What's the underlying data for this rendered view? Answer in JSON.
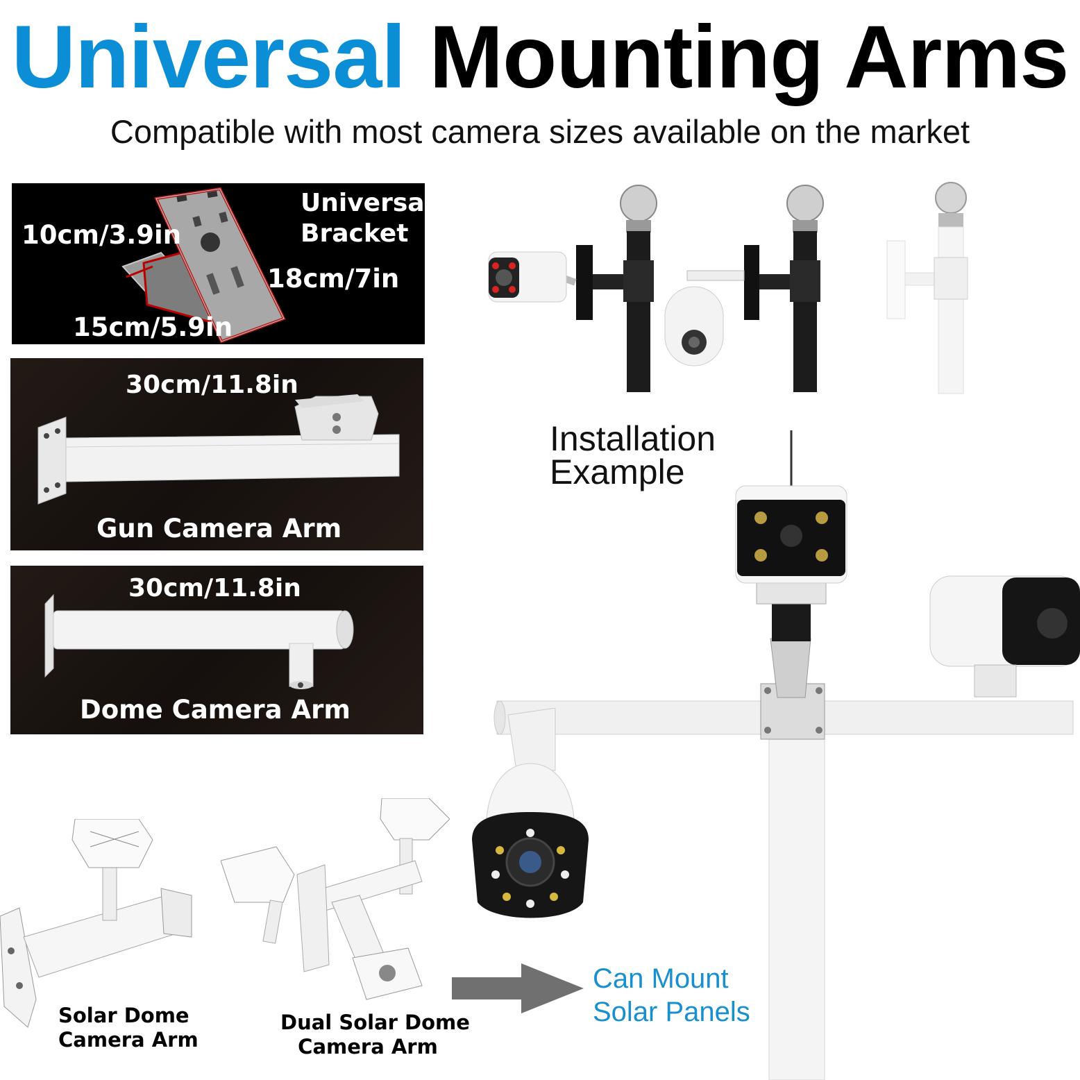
{
  "header": {
    "title_word1": "Universal",
    "title_word2": "Mounting Arms",
    "subtitle": "Compatible with most camera sizes available on the market",
    "accent_color": "#0b8ed6"
  },
  "universal_bracket": {
    "name_line1": "Universal",
    "name_line2": "Bracket",
    "dim_width": "10cm/3.9in",
    "dim_height": "18cm/7in",
    "dim_depth": "15cm/5.9in"
  },
  "gun_arm": {
    "dimension": "30cm/11.8in",
    "label": "Gun Camera Arm"
  },
  "dome_arm": {
    "dimension": "30cm/11.8in",
    "label": "Dome Camera Arm"
  },
  "installation": {
    "line1": "Installation",
    "line2": "Example"
  },
  "solar_dome_arm": {
    "line1": "Solar Dome",
    "line2": "Camera Arm"
  },
  "dual_solar_dome_arm": {
    "line1": "Dual Solar Dome",
    "line2": "Camera Arm"
  },
  "solar_panels": {
    "line1": "Can Mount",
    "line2": "Solar Panels",
    "color": "#1a8fcf"
  },
  "icons": [
    "universal-bracket-icon",
    "gun-arm-icon",
    "dome-arm-icon",
    "pole-mount-icon",
    "bullet-camera-icon",
    "ptz-camera-icon",
    "solar-dome-arm-icon",
    "dual-solar-dome-arm-icon",
    "arrow-right-icon"
  ]
}
